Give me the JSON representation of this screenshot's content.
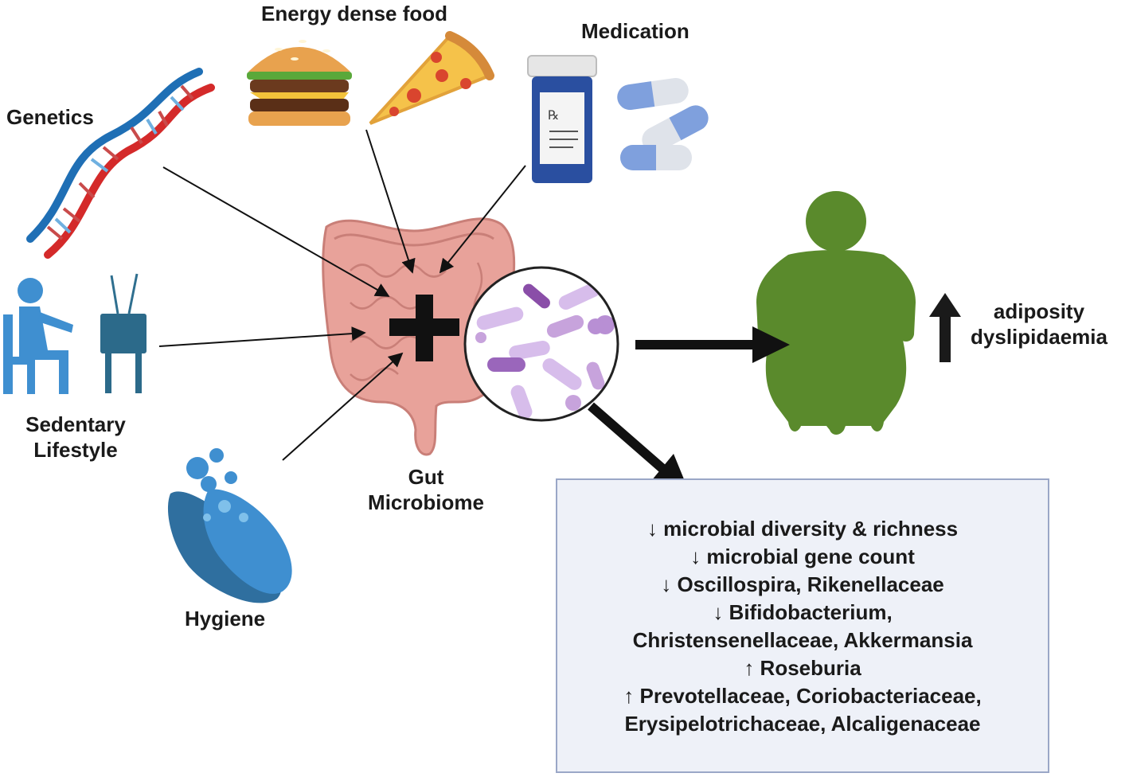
{
  "factors": {
    "genetics": "Genetics",
    "energy_food": "Energy dense food",
    "medication": "Medication",
    "sedentary": [
      "Sedentary",
      "Lifestyle"
    ],
    "hygiene": "Hygiene"
  },
  "center": {
    "label": [
      "Gut",
      "Microbiome"
    ]
  },
  "outcome": {
    "lines": [
      "adiposity",
      "dyslipidaemia"
    ]
  },
  "findings": [
    "↓ microbial diversity & richness",
    "↓ microbial gene count",
    "↓ Oscillospira, Rikenellaceae",
    "↓ Bifidobacterium,",
    "Christensenellaceae, Akkermansia",
    "↑ Roseburia",
    "↑ Prevotellaceae, Coriobacteriaceae,",
    "Erysipelotrichaceae, Alcaligenaceae"
  ],
  "icons": [
    "dna-icon",
    "burger-icon",
    "pizza-icon",
    "pill-bottle-icon",
    "capsule-icon",
    "person-sitting-icon",
    "tv-icon",
    "hand-washing-icon",
    "intestine-icon",
    "bacteria-magnifier-icon",
    "obese-person-icon",
    "up-arrow-icon"
  ],
  "colors": {
    "intestine": "#e8a29a",
    "bacteria": "#c7a3dc",
    "person": "#5a8a2c",
    "blue_icons": "#3f8fd0",
    "box_bg": "#eef1f8",
    "box_border": "#9aa7c7"
  }
}
